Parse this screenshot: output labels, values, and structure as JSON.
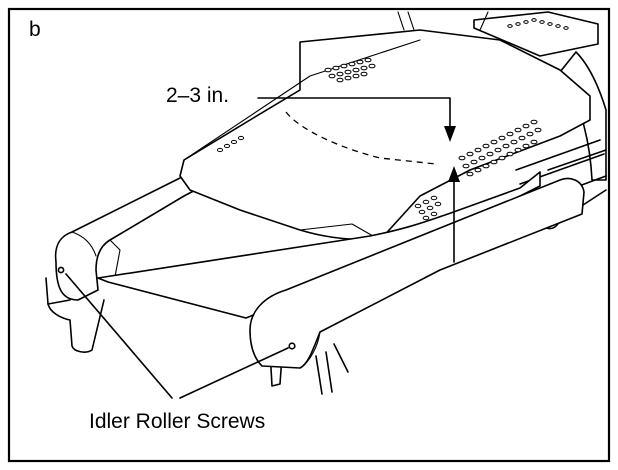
{
  "figure": {
    "panel_label": "b",
    "gap_label": "2–3 in.",
    "screw_label": "Idler Roller Screws"
  },
  "colors": {
    "ink": "#000000",
    "paper": "#ffffff"
  }
}
